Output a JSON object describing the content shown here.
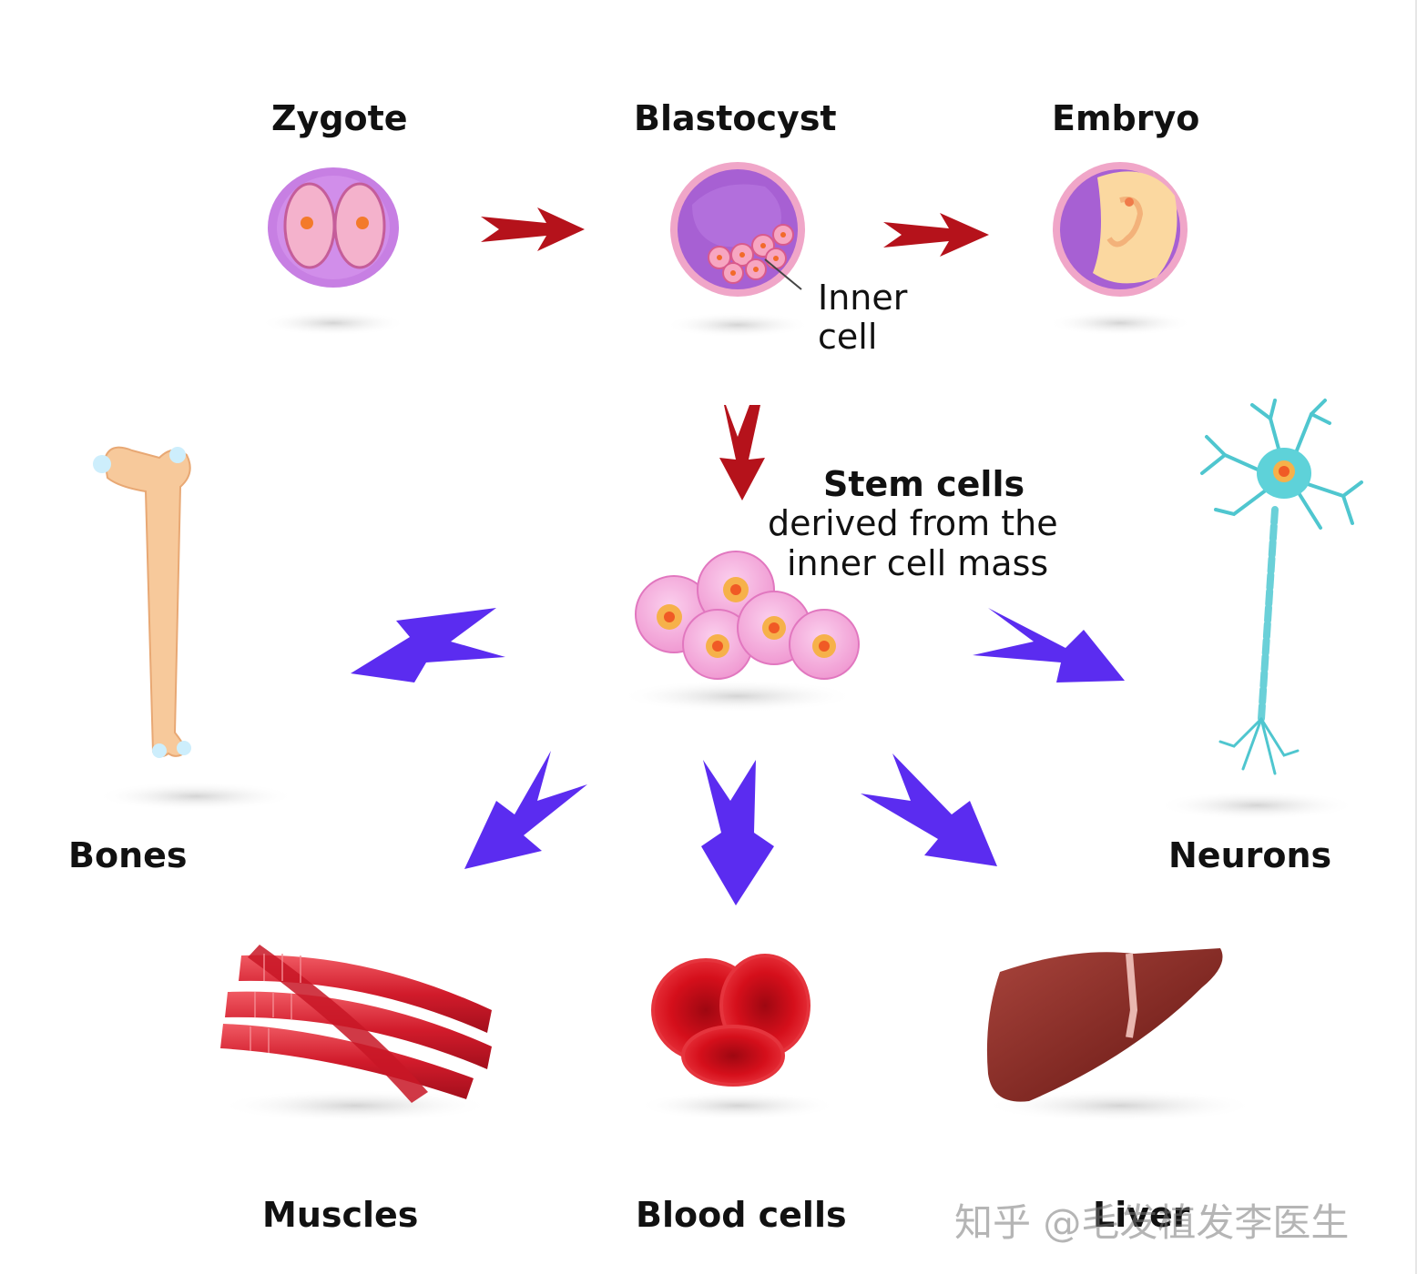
{
  "labels": {
    "zygote": "Zygote",
    "blastocyst": "Blastocyst",
    "embryo": "Embryo",
    "inner_cell_line1": "Inner",
    "inner_cell_line2": "cell",
    "stem_cells_title": "Stem cells",
    "stem_cells_line2": "derived from the",
    "stem_cells_line3": "inner cell mass",
    "bones": "Bones",
    "neurons": "Neurons",
    "muscles": "Muscles",
    "blood_cells": "Blood cells",
    "liver": "Liver"
  },
  "watermark": "知乎 @毛发植发李医生",
  "colors": {
    "progression_arrow": "#b5121b",
    "differentiation_arrow": "#5b2cf0",
    "zygote": "#c77fe3",
    "stem_cell": "#f5a0d6",
    "bone": "#f7c99b",
    "neuron": "#4fc6cf",
    "muscle": "#d61f2e",
    "blood": "#d10d1a",
    "liver": "#7d1f1c"
  }
}
